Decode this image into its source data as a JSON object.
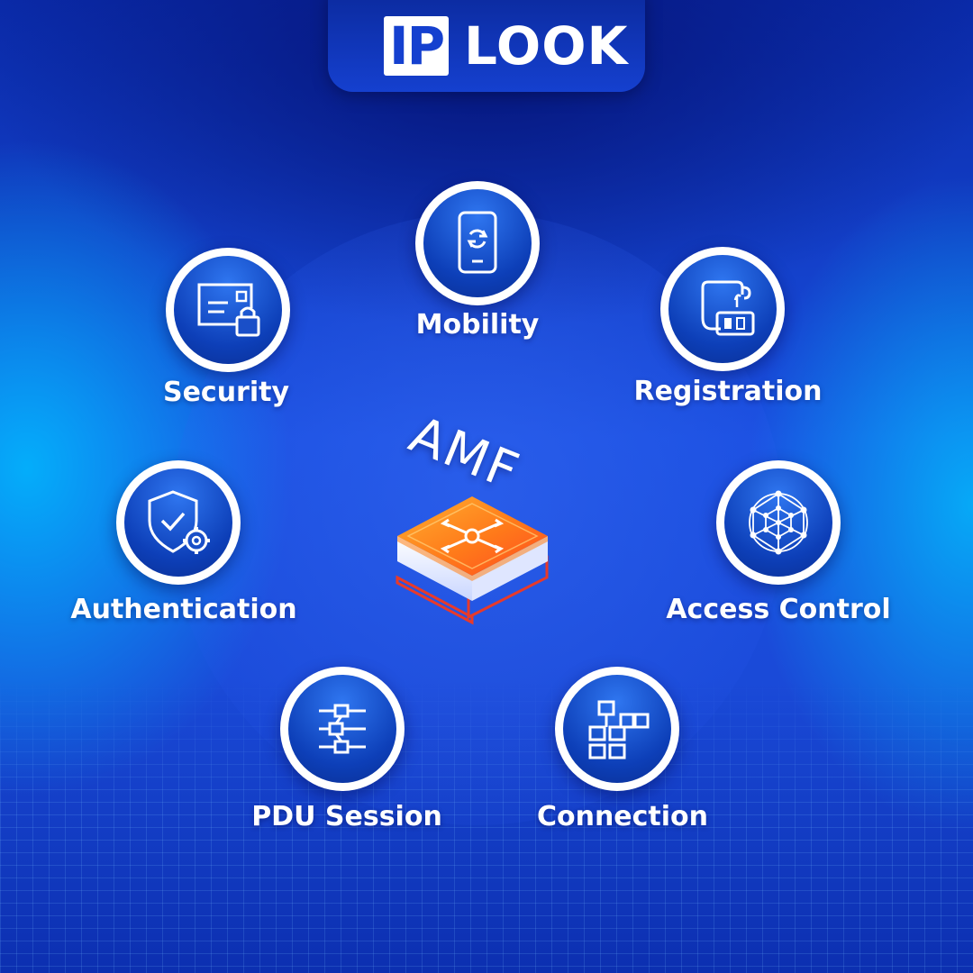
{
  "brand": {
    "ip": "IP",
    "rest": "LOOK"
  },
  "center": {
    "title": "AMF",
    "icon": "amf-hub-icon"
  },
  "functions": [
    {
      "label": "Mobility",
      "icon": "mobile-sync-icon"
    },
    {
      "label": "Registration",
      "icon": "registration-scroll-icon"
    },
    {
      "label": "Access Control",
      "icon": "network-sphere-icon"
    },
    {
      "label": "Connection",
      "icon": "connection-blocks-icon"
    },
    {
      "label": "PDU Session",
      "icon": "pdu-session-icon"
    },
    {
      "label": "Authentication",
      "icon": "shield-check-gear-icon"
    },
    {
      "label": "Security",
      "icon": "envelope-lock-icon"
    }
  ],
  "colors": {
    "background": "#1a4ad8",
    "node_border": "#ffffff",
    "node_fill": "#0d3fb8",
    "amf_orange": "#ff7a1a",
    "amf_red": "#e83a2a"
  }
}
